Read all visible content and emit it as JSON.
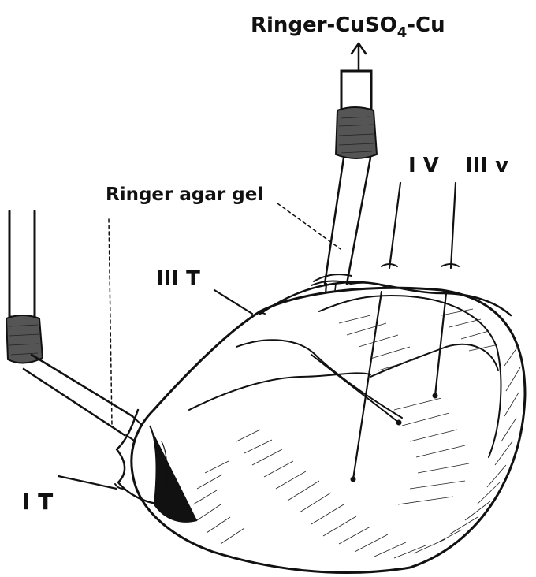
{
  "labels": {
    "top_electrode": "Ringer-CuSO",
    "top_electrode_sub": "4",
    "top_electrode_suffix": "-Cu",
    "gel": "Ringer agar gel",
    "iv": "I V",
    "iiiv": "III v",
    "iiit": "III T",
    "it": "I T"
  },
  "colors": {
    "ink": "#111111",
    "background": "#ffffff"
  }
}
